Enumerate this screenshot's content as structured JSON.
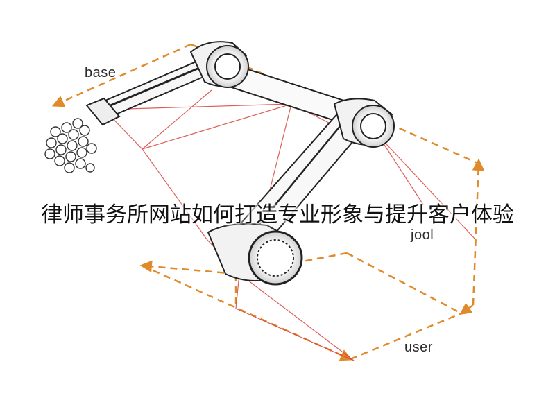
{
  "headline": "律师事务所网站如何打造专业形象与提升客户体验",
  "labels": {
    "base": "base",
    "tool": "jool",
    "user": "user"
  },
  "colors": {
    "frame_dashed": "#e08a2a",
    "projection_lines": "#d8443c",
    "arm_outline": "#222222",
    "background": "#ffffff"
  }
}
